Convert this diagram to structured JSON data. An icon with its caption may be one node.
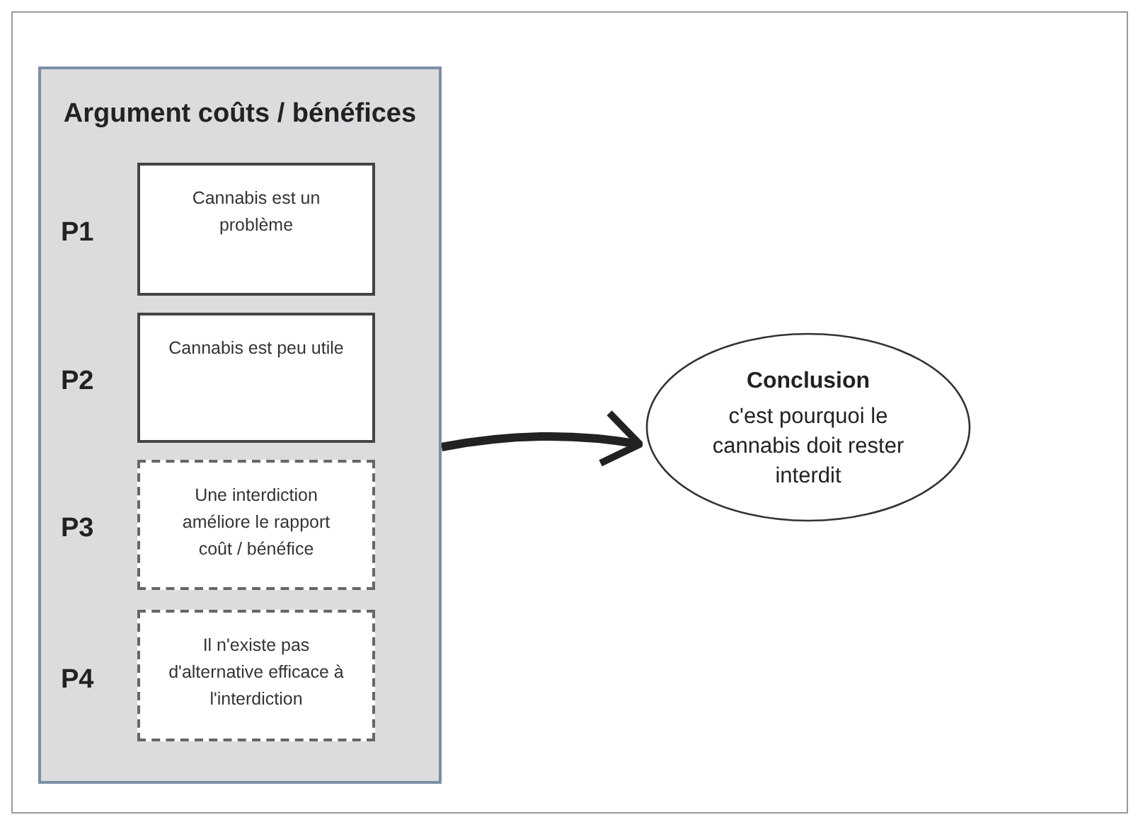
{
  "diagram": {
    "nodes": [
      {
        "text": [
          "Argument coûts / bénéfices"
        ]
      },
      {
        "text": [
          "Cannabis est un problème"
        ],
        "in": 0,
        "beside": [
          "P1"
        ]
      },
      {
        "text": [
          "Cannabis est peu utile"
        ],
        "in": 0,
        "beside": [
          "P2"
        ]
      },
      {
        "text": [
          "Une interdiction améliore le rapport coût / bénéfice"
        ],
        "in": 0,
        "beside": [
          "P3"
        ]
      },
      {
        "text": [
          "Il n'existe pas d'alternative efficace à l'interdiction"
        ],
        "in": 0,
        "beside": [
          "P4"
        ]
      },
      {
        "text": [
          "Conclusion",
          "c'est pourquoi le cannabis doit rester interdit"
        ]
      }
    ],
    "edges": [
      {
        "from": 0,
        "to": 5,
        "arrow": "to"
      }
    ]
  }
}
